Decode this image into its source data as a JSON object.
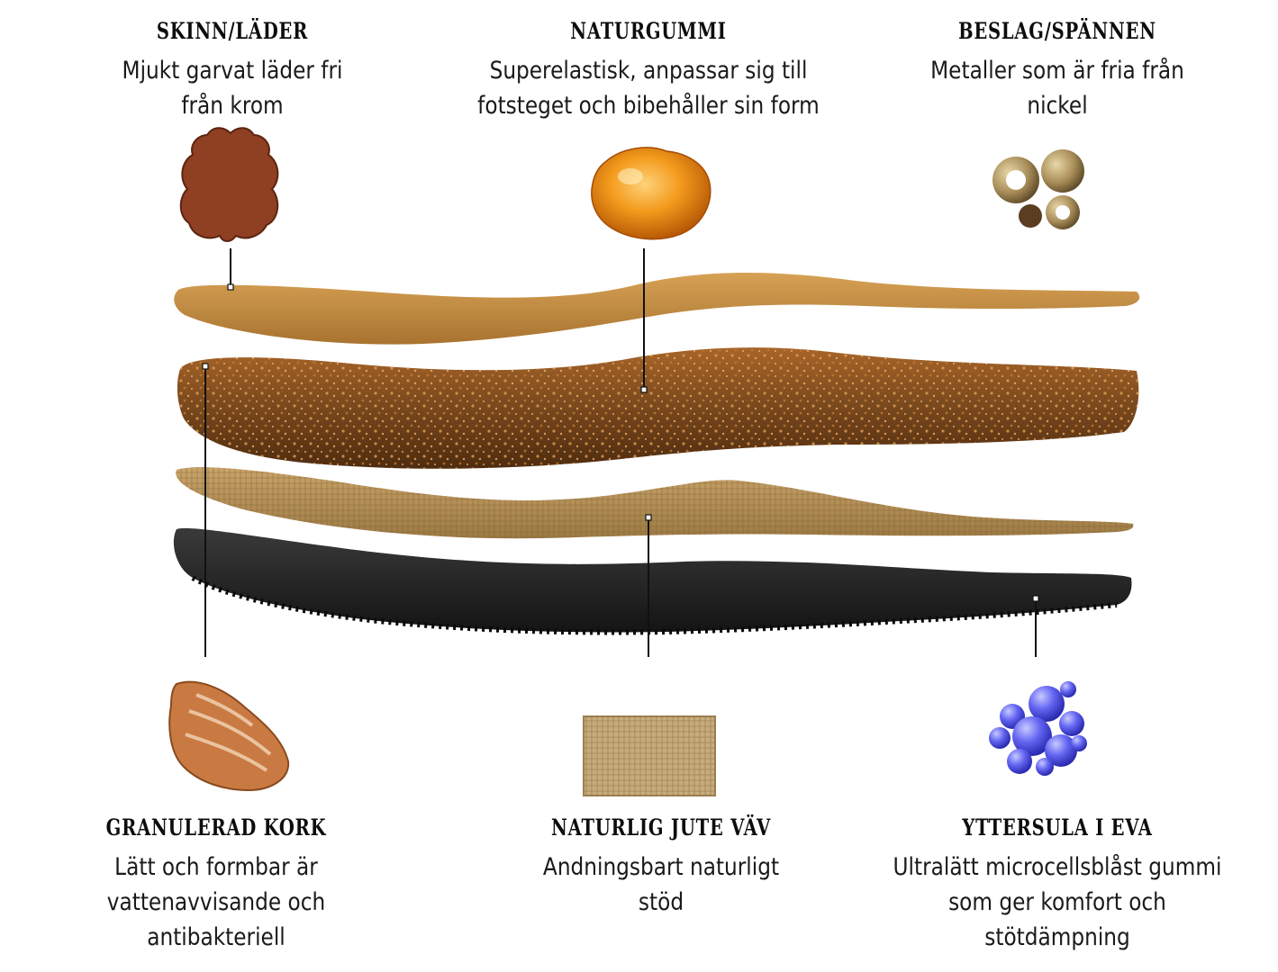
{
  "components": {
    "leather": {
      "title": "SKINN/LÄDER",
      "description": "Mjukt garvat läder fri från krom"
    },
    "rubber": {
      "title": "NATURGUMMI",
      "description": "Superelastisk, anpassar sig till fotsteget och bibehåller sin form"
    },
    "metal": {
      "title": "BESLAG/SPÄNNEN",
      "description": "Metaller som är fria från nickel"
    },
    "cork": {
      "title": "GRANULERAD KORK",
      "description": "Lätt och formbar är vattenavvisande och antibakteriell"
    },
    "jute": {
      "title": "NATURLIG JUTE VÄV",
      "description": "Andningsbart naturligt stöd"
    },
    "eva": {
      "title": "YTTERSULA I EVA",
      "description": "Ultralätt microcellsblåst gummi som ger komfort och stötdämpning"
    }
  },
  "colors": {
    "leather_layer": "#c08a3e",
    "cork_layer": "#7a4a1f",
    "jute_layer": "#b48f56",
    "eva_layer": "#2b2b2b",
    "leather_swatch": "#8f3f22",
    "amber": "#f08a12",
    "brass": "#9c8354",
    "eva_bubbles": "#5a5cf0"
  },
  "icons": [
    "leather-hide-icon",
    "amber-rubber-icon",
    "metal-rivets-icon",
    "cork-chunk-icon",
    "jute-swatch-icon",
    "eva-bubbles-icon"
  ]
}
